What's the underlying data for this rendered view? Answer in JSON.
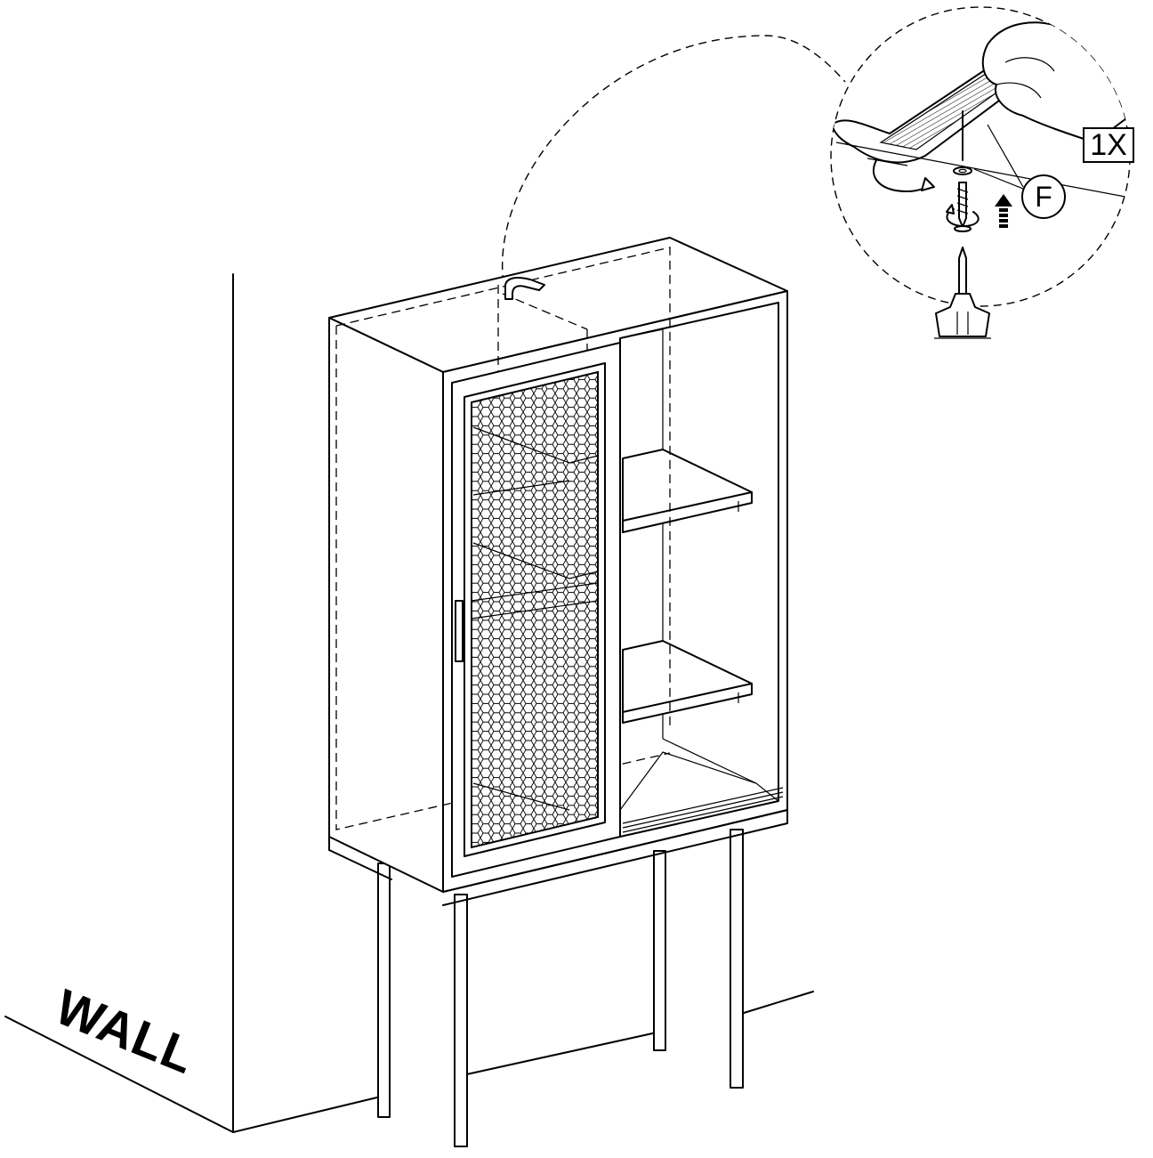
{
  "diagram": {
    "wall_label": "WALL",
    "quantity_label": "1X",
    "part_label": "F",
    "icons": [
      "cabinet-illustration",
      "anti-tip-strap-icon",
      "screw-icon",
      "screwdriver-icon",
      "hand-icon",
      "rotate-arrow-icon",
      "up-arrow-icon"
    ]
  }
}
